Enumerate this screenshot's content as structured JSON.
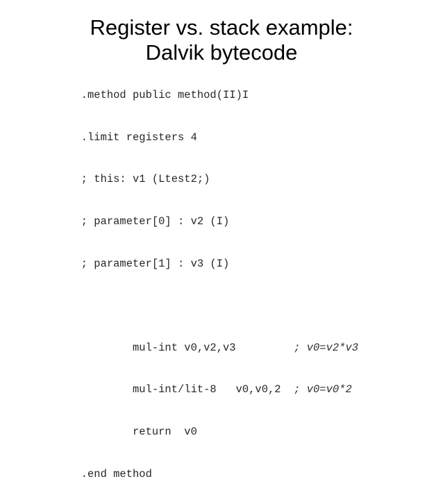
{
  "slide": {
    "background_color": "#ffffff",
    "text_color": "#000000",
    "code_color": "#262626"
  },
  "title": {
    "line1": "Register vs. stack example:",
    "line2": "Dalvik bytecode"
  },
  "code": {
    "language": "dalvik-bytecode-assembly",
    "lines": [
      {
        "code": ".method public method(II)I",
        "comment": ""
      },
      {
        "code": ".limit registers 4",
        "comment": ""
      },
      {
        "code": "; this: v1 (Ltest2;)",
        "comment": ""
      },
      {
        "code": "; parameter[0] : v2 (I)",
        "comment": ""
      },
      {
        "code": "; parameter[1] : v3 (I)",
        "comment": ""
      },
      {
        "code": "",
        "comment": ""
      },
      {
        "code": "        mul-int v0,v2,v3         ",
        "comment": "; v0=v2*v3"
      },
      {
        "code": "        mul-int/lit-8   v0,v0,2  ",
        "comment": "; v0=v0*2"
      },
      {
        "code": "        return  v0",
        "comment": ""
      },
      {
        "code": ".end method",
        "comment": ""
      }
    ]
  }
}
